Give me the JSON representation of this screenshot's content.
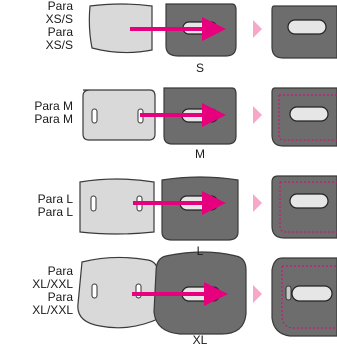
{
  "title": "",
  "rows": [
    {
      "label": "Para\nXS/S\nPara\nXS/S",
      "size": "S"
    },
    {
      "label": "Para M\nPara M",
      "size": "M"
    },
    {
      "label": "Para L\nPara L",
      "size": "L"
    },
    {
      "label": "Para\nXL/XXL\nPara\nXL/XXL",
      "size": "XL"
    }
  ],
  "colors": {
    "light_pad": "#d9d9d9",
    "dark_pad": "#6d6d6d",
    "arrow": "#e6007e",
    "chevron": "#f7a8c9",
    "stitch": "#e6007e",
    "outline": "#3a3a3a"
  }
}
